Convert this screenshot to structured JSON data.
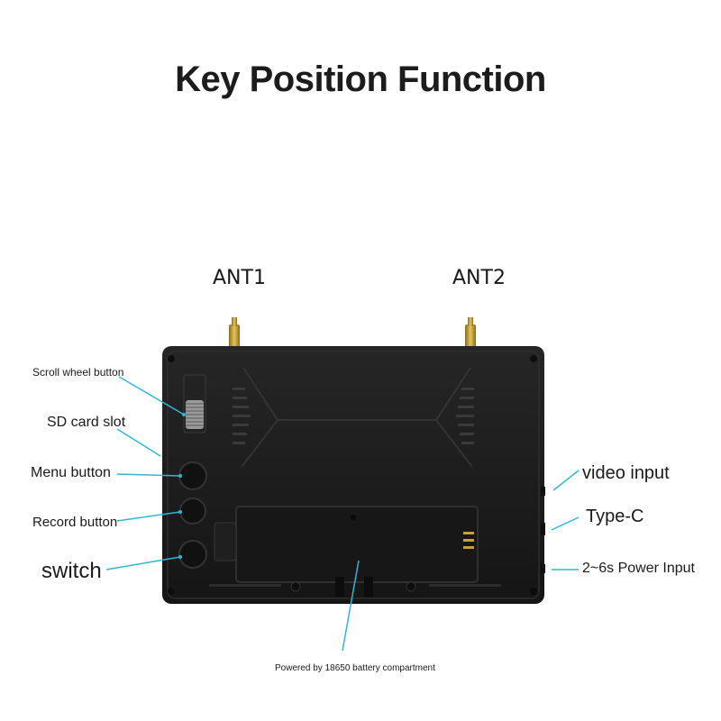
{
  "title": "Key Position Function",
  "antennas": {
    "left": "ANT1",
    "right": "ANT2"
  },
  "left_labels": {
    "scroll_wheel": "Scroll wheel button",
    "sd_card": "SD card slot",
    "menu": "Menu button",
    "record": "Record button",
    "switch": "switch"
  },
  "right_labels": {
    "video_input": "video input",
    "type_c": "Type-C",
    "power_input": "2~6s Power Input"
  },
  "bottom_label": "Powered by 18650 battery compartment",
  "colors": {
    "leader_line": "#2fb8d6",
    "device_body": "#1b1b1b",
    "antenna_gold": "#c9a13c"
  }
}
